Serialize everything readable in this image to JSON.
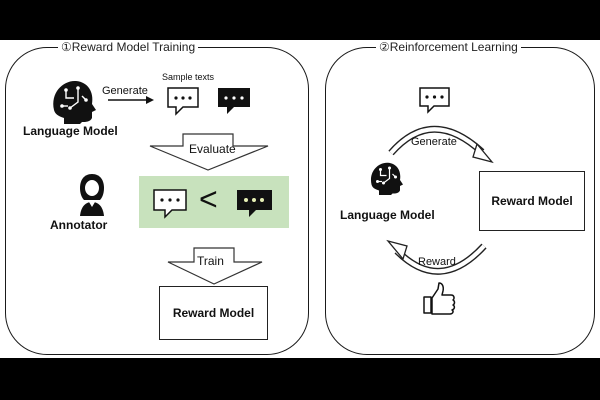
{
  "left_panel": {
    "title": "①Reward Model Training",
    "language_model_label": "Language Model",
    "generate_label": "Generate",
    "sample_texts_label": "Sample texts",
    "evaluate_label": "Evaluate",
    "annotator_label": "Annotator",
    "comparison_symbol": "<",
    "train_label": "Train",
    "reward_model_label": "Reward Model"
  },
  "right_panel": {
    "title": "②Reinforcement Learning",
    "language_model_label": "Language Model",
    "generate_label": "Generate",
    "reward_label": "Reward",
    "reward_model_label": "Reward Model"
  },
  "icons": {
    "brain_head": "brain-head-icon",
    "speech_bubble": "speech-bubble-icon",
    "annotator": "person-icon",
    "thumbs_up": "thumbs-up-icon"
  },
  "colors": {
    "preference_highlight": "#c8e2bd",
    "bubble_dark": "#111111",
    "dots_on_dark": "#e6f0b4"
  }
}
